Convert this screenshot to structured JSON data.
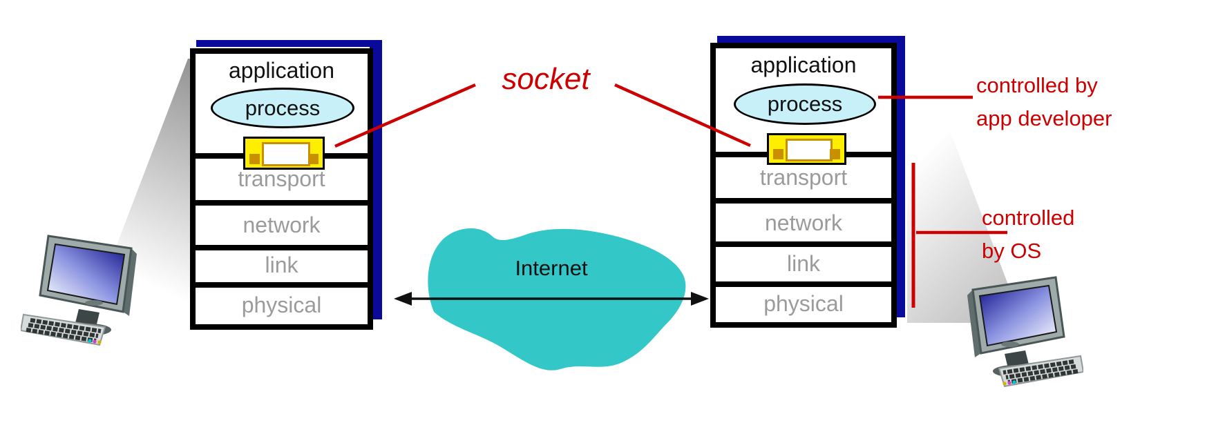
{
  "diagram": {
    "socket_callout": "socket",
    "internet_label": "Internet",
    "controlled_by_app": {
      "line1": "controlled by",
      "line2": "app developer"
    },
    "controlled_by_os": {
      "line1": "controlled",
      "line2": "by OS"
    }
  },
  "stacks": [
    {
      "side": "left",
      "top_layer": "application",
      "process_label": "process",
      "lower_layers": [
        "transport",
        "network",
        "link",
        "physical"
      ]
    },
    {
      "side": "right",
      "top_layer": "application",
      "process_label": "process",
      "lower_layers": [
        "transport",
        "network",
        "link",
        "physical"
      ]
    }
  ],
  "icons": {
    "left_host": "desktop-computer",
    "right_host": "desktop-computer",
    "socket_icon": "socket-port",
    "internet_cloud": "cloud"
  },
  "colors": {
    "accent_red": "#cc0000",
    "navy_bar": "#0a0a9a",
    "cloud_teal": "#33c7c7",
    "process_fill": "#c8f0f8",
    "socket_yellow": "#ffee00",
    "socket_gold": "#c89000",
    "layer_text_gray": "#9b9b9b"
  }
}
